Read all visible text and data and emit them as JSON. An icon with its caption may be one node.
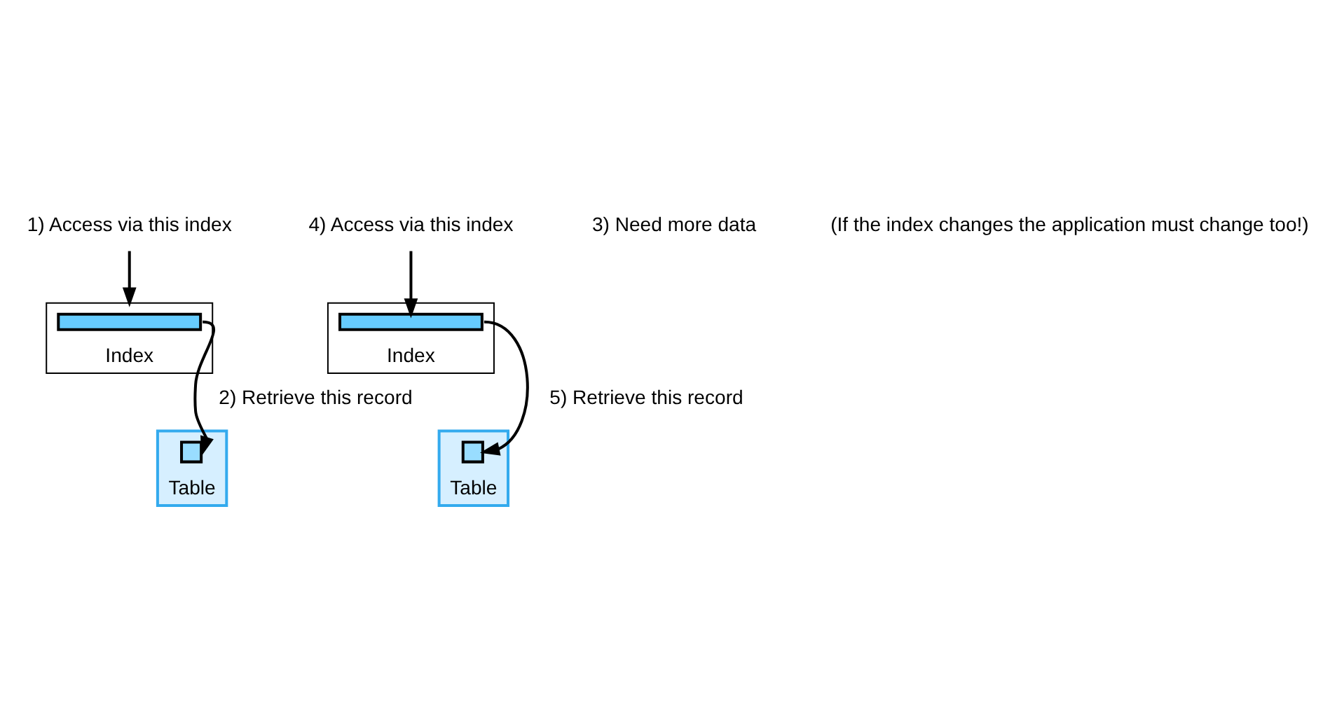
{
  "diagram": {
    "nodes": [
      {
        "text": [
          "1) Access via this index"
        ]
      },
      {
        "text": [
          "Index"
        ]
      },
      {
        "text": [],
        "shape": "bar",
        "in": 1
      },
      {
        "text": [
          "Table"
        ]
      },
      {
        "text": [],
        "shape": "box",
        "in": 3
      },
      {
        "text": [
          "4) Access via this index"
        ]
      },
      {
        "text": [
          "Index"
        ]
      },
      {
        "text": [],
        "shape": "bar",
        "in": 6
      },
      {
        "text": [
          "Table"
        ]
      },
      {
        "text": [],
        "shape": "box",
        "in": 8
      }
    ],
    "edges": [
      {
        "from": 0,
        "to": 1,
        "arrow": "to"
      },
      {
        "from": 2,
        "to": 4,
        "arrow": "to",
        "label": "2) Retrieve this record"
      },
      {
        "from": 5,
        "to": 7,
        "arrow": "to"
      },
      {
        "from": 7,
        "to": 9,
        "arrow": "to",
        "label": "5) Retrieve this record"
      }
    ],
    "labels": [
      "3) Need more data",
      "(If the index changes the application must change too!)"
    ]
  }
}
